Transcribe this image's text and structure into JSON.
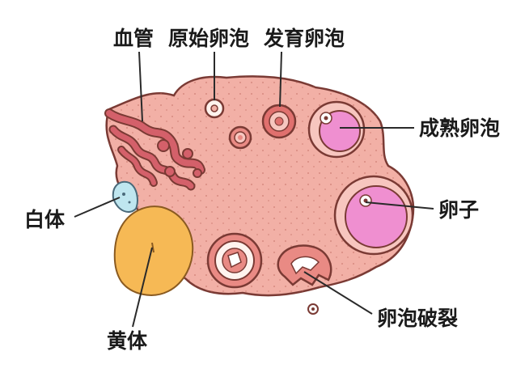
{
  "labels": {
    "blood_vessel": "血管",
    "primordial_follicle": "原始卵泡",
    "developing_follicle": "发育卵泡",
    "mature_follicle": "成熟卵泡",
    "corpus_albicans": "白体",
    "ovum": "卵子",
    "corpus_luteum": "黄体",
    "follicle_rupture": "卵泡破裂"
  },
  "colors": {
    "ovary_fill": "#f2b0a6",
    "ovary_stroke": "#7a3a34",
    "vessel": "#d4606a",
    "mature_fill": "#ef8fd0",
    "corpus_luteum": "#f6b955",
    "corpus_albicans": "#bfe6ef",
    "line": "#2a2a2a"
  }
}
